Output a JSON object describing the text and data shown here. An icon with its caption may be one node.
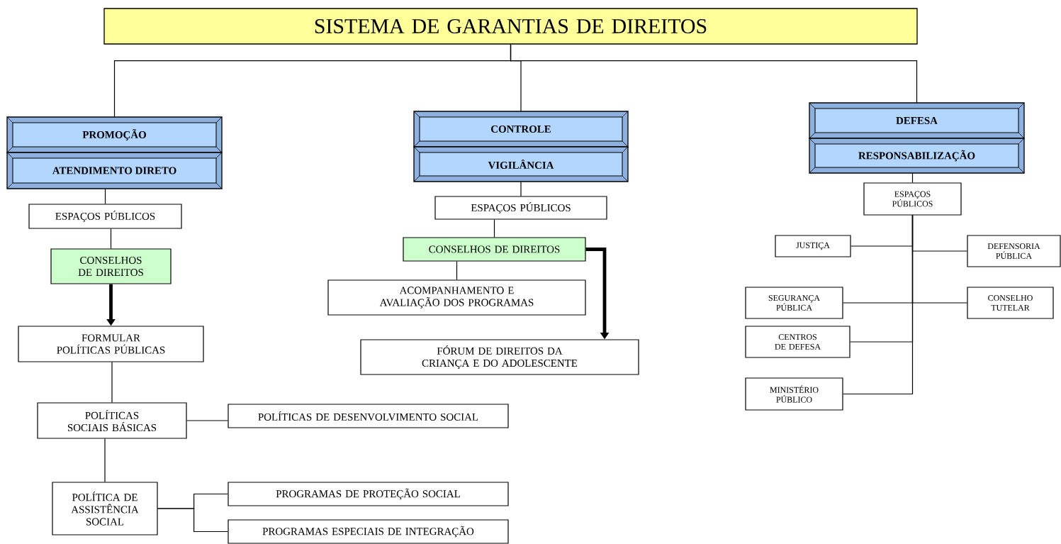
{
  "diagram": {
    "nodes": [
      {
        "text": [
          "SISTEMA DE GARANTIAS DE DIREITOS"
        ]
      },
      {
        "text": [
          "PROMOÇÃO"
        ]
      },
      {
        "text": [
          "ATENDIMENTO DIRETO"
        ]
      },
      {
        "text": [
          "CONTROLE"
        ]
      },
      {
        "text": [
          "VIGILÂNCIA"
        ]
      },
      {
        "text": [
          "DEFESA"
        ]
      },
      {
        "text": [
          "RESPONSABILIZAÇÃO"
        ]
      },
      {
        "text": [
          "ESPAÇOS PÚBLICOS"
        ]
      },
      {
        "text": [
          "CONSELHOS DE DIREITOS"
        ]
      },
      {
        "text": [
          "FORMULAR POLÍTICAS PÚBLICAS"
        ]
      },
      {
        "text": [
          "POLÍTICAS SOCIAIS BÁSICAS"
        ]
      },
      {
        "text": [
          "POLÍTICAS DE DESENVOLVIMENTO SOCIAL"
        ]
      },
      {
        "text": [
          "POLÍTICA DE ASSISTÊNCIA SOCIAL"
        ]
      },
      {
        "text": [
          "PROGRAMAS DE PROTEÇÃO SOCIAL"
        ]
      },
      {
        "text": [
          "PROGRAMAS ESPECIAIS DE INTEGRAÇÃO"
        ]
      },
      {
        "text": [
          "ESPAÇOS PÚBLICOS"
        ]
      },
      {
        "text": [
          "CONSELHOS DE DIREITOS"
        ]
      },
      {
        "text": [
          "ACOMPANHAMENTO E AVALIAÇÃO DOS PROGRAMAS"
        ]
      },
      {
        "text": [
          "FÓRUM DE DIREITOS DA CRIANÇA E DO ADOLESCENTE"
        ]
      },
      {
        "text": [
          "ESPAÇOS PÚBLICOS"
        ]
      },
      {
        "text": [
          "JUSTIÇA"
        ]
      },
      {
        "text": [
          "DEFENSORIA PÚBLICA"
        ]
      },
      {
        "text": [
          "SEGURANÇA PÚBLICA"
        ]
      },
      {
        "text": [
          "CONSELHO TUTELAR"
        ]
      },
      {
        "text": [
          "CENTROS DE DEFESA"
        ]
      },
      {
        "text": [
          "MINISTÉRIO PÚBLICO"
        ]
      }
    ],
    "edges": [
      {
        "from": 0,
        "to": 1,
        "arrow": "none"
      },
      {
        "from": 0,
        "to": 3,
        "arrow": "none"
      },
      {
        "from": 0,
        "to": 5,
        "arrow": "none"
      },
      {
        "from": 2,
        "to": 7,
        "arrow": "none"
      },
      {
        "from": 7,
        "to": 8,
        "arrow": "none"
      },
      {
        "from": 8,
        "to": 9,
        "arrow": "to",
        "style": "thick"
      },
      {
        "from": 9,
        "to": 10,
        "arrow": "none"
      },
      {
        "from": 10,
        "to": 11,
        "arrow": "none"
      },
      {
        "from": 10,
        "to": 12,
        "arrow": "none"
      },
      {
        "from": 12,
        "to": 13,
        "arrow": "none"
      },
      {
        "from": 12,
        "to": 14,
        "arrow": "none"
      },
      {
        "from": 4,
        "to": 15,
        "arrow": "none"
      },
      {
        "from": 15,
        "to": 16,
        "arrow": "none"
      },
      {
        "from": 16,
        "to": 17,
        "arrow": "none"
      },
      {
        "from": 16,
        "to": 18,
        "arrow": "to",
        "style": "thick"
      },
      {
        "from": 6,
        "to": 19,
        "arrow": "none"
      },
      {
        "from": 19,
        "to": 20,
        "arrow": "none"
      },
      {
        "from": 19,
        "to": 21,
        "arrow": "none"
      },
      {
        "from": 19,
        "to": 22,
        "arrow": "none"
      },
      {
        "from": 19,
        "to": 23,
        "arrow": "none"
      },
      {
        "from": 19,
        "to": 24,
        "arrow": "none"
      },
      {
        "from": 19,
        "to": 25,
        "arrow": "none"
      }
    ]
  }
}
